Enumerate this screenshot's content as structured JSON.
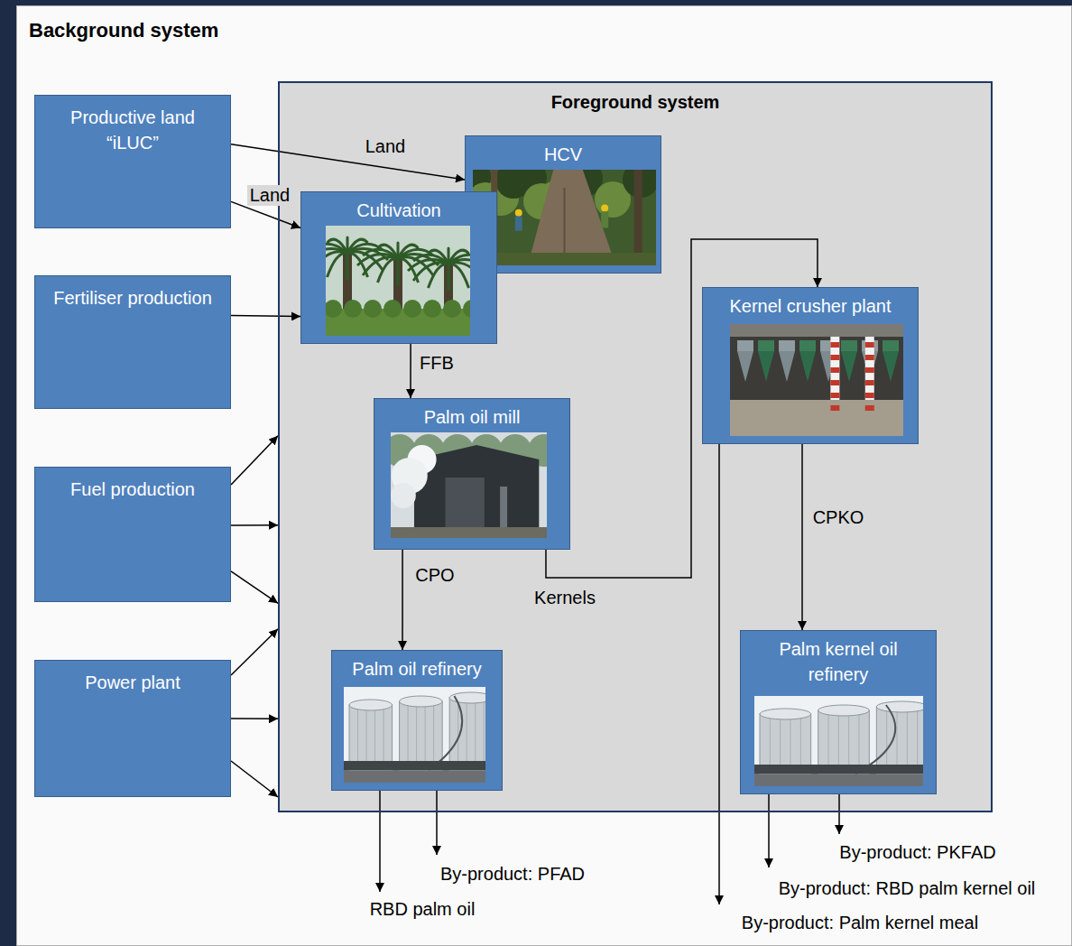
{
  "diagram": {
    "nodes": [
      {
        "text": [
          "Background system"
        ]
      },
      {
        "text": [
          "Productive land “iLUC”"
        ],
        "in": 0
      },
      {
        "text": [
          "Fertiliser production"
        ],
        "in": 0
      },
      {
        "text": [
          "Fuel production"
        ],
        "in": 0
      },
      {
        "text": [
          "Power plant"
        ],
        "in": 0
      },
      {
        "text": [
          "Foreground system"
        ],
        "in": 0
      },
      {
        "text": [
          "HCV"
        ],
        "in": 5
      },
      {
        "text": [
          "Cultivation"
        ],
        "in": 5
      },
      {
        "text": [
          "Palm oil mill"
        ],
        "in": 5
      },
      {
        "text": [
          "Kernel crusher plant"
        ],
        "in": 5
      },
      {
        "text": [
          "Palm oil refinery"
        ],
        "in": 5
      },
      {
        "text": [
          "Palm kernel oil refinery"
        ],
        "in": 5
      }
    ],
    "edges": [
      {
        "from": 1,
        "to": 6,
        "label": "Land",
        "arrow": "to"
      },
      {
        "from": 1,
        "to": 7,
        "label": "Land",
        "arrow": "to"
      },
      {
        "from": 2,
        "to": 7,
        "arrow": "to"
      },
      {
        "from": 3,
        "to": 5,
        "arrow": "to"
      },
      {
        "from": 3,
        "to": 5,
        "arrow": "to"
      },
      {
        "from": 3,
        "to": 5,
        "arrow": "to"
      },
      {
        "from": 4,
        "to": 5,
        "arrow": "to"
      },
      {
        "from": 4,
        "to": 5,
        "arrow": "to"
      },
      {
        "from": 4,
        "to": 5,
        "arrow": "to"
      },
      {
        "from": 7,
        "to": 8,
        "label": "FFB",
        "arrow": "to"
      },
      {
        "from": 8,
        "to": 10,
        "label": "CPO",
        "arrow": "to"
      },
      {
        "from": 8,
        "to": 9,
        "label": "Kernels",
        "arrow": "to"
      },
      {
        "from": 9,
        "to": 11,
        "label": "CPKO",
        "arrow": "to"
      }
    ],
    "labels": [
      "RBD palm oil",
      "By-product: PFAD",
      "By-product: PKFAD",
      "By-product: RBD palm kernel oil",
      "By-product: Palm kernel meal"
    ]
  }
}
